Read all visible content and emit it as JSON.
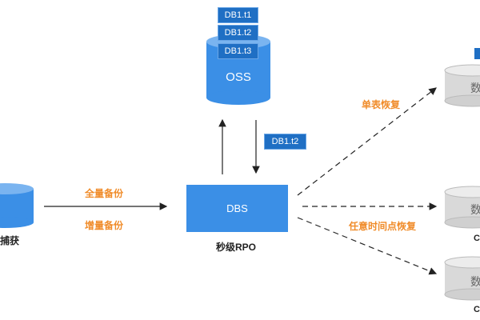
{
  "oss": {
    "label": "OSS",
    "tables": [
      "DB1.t1",
      "DB1.t2",
      "DB1.t3"
    ]
  },
  "dbs": {
    "label": "DBS"
  },
  "download_tag": "DB1.t2",
  "left": {
    "source_label_partial": "捕获",
    "full_backup": "全量备份",
    "incremental_backup": "增量备份"
  },
  "rpo_label": "秒级RPO",
  "right": {
    "single_table_restore": "单表恢复",
    "pitr_restore": "任意时间点恢复",
    "target_partial_glyph": "数",
    "target_partial_label": "C"
  },
  "colors": {
    "accent_orange": "#f08c2a",
    "db_blue": "#3b8fe6",
    "tag_blue": "#1f6fc4",
    "target_gray": "#d9d9d9"
  }
}
